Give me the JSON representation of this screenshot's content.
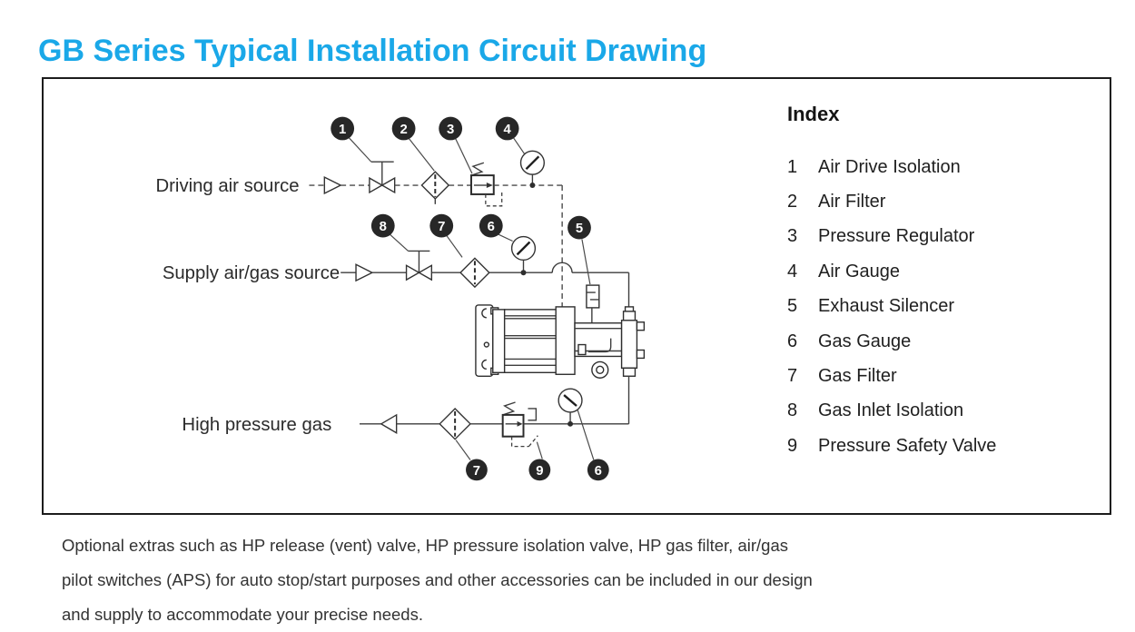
{
  "title": "GB Series Typical Installation Circuit Drawing",
  "diagram": {
    "source_labels": {
      "driving": "Driving air source",
      "supply": "Supply air/gas source",
      "high_pressure": "High pressure gas"
    },
    "callouts": {
      "air_drive_isolation": "1",
      "air_filter": "2",
      "pressure_regulator": "3",
      "air_gauge": "4",
      "exhaust_silencer": "5",
      "gas_gauge_supply": "6",
      "gas_filter_supply": "7",
      "gas_inlet_isolation": "8",
      "gas_filter_hp": "7",
      "safety_valve": "9",
      "gas_gauge_hp": "6"
    }
  },
  "index": {
    "heading": "Index",
    "items": [
      {
        "num": "1",
        "label": "Air Drive Isolation"
      },
      {
        "num": "2",
        "label": "Air Filter"
      },
      {
        "num": "3",
        "label": "Pressure Regulator"
      },
      {
        "num": "4",
        "label": "Air Gauge"
      },
      {
        "num": "5",
        "label": "Exhaust Silencer"
      },
      {
        "num": "6",
        "label": "Gas Gauge"
      },
      {
        "num": "7",
        "label": "Gas Filter"
      },
      {
        "num": "8",
        "label": "Gas Inlet Isolation"
      },
      {
        "num": "9",
        "label": "Pressure Safety Valve"
      }
    ]
  },
  "footer": {
    "lines": [
      "Optional extras such as HP release (vent) valve, HP pressure isolation valve, HP gas filter, air/gas",
      "pilot switches  (APS) for auto stop/start purposes and other accessories can be included in our design",
      "and supply to accommodate your precise needs."
    ]
  },
  "colors": {
    "accent": "#1aa8e8",
    "ink": "#2b2b2b",
    "line": "#3d3d3d"
  }
}
